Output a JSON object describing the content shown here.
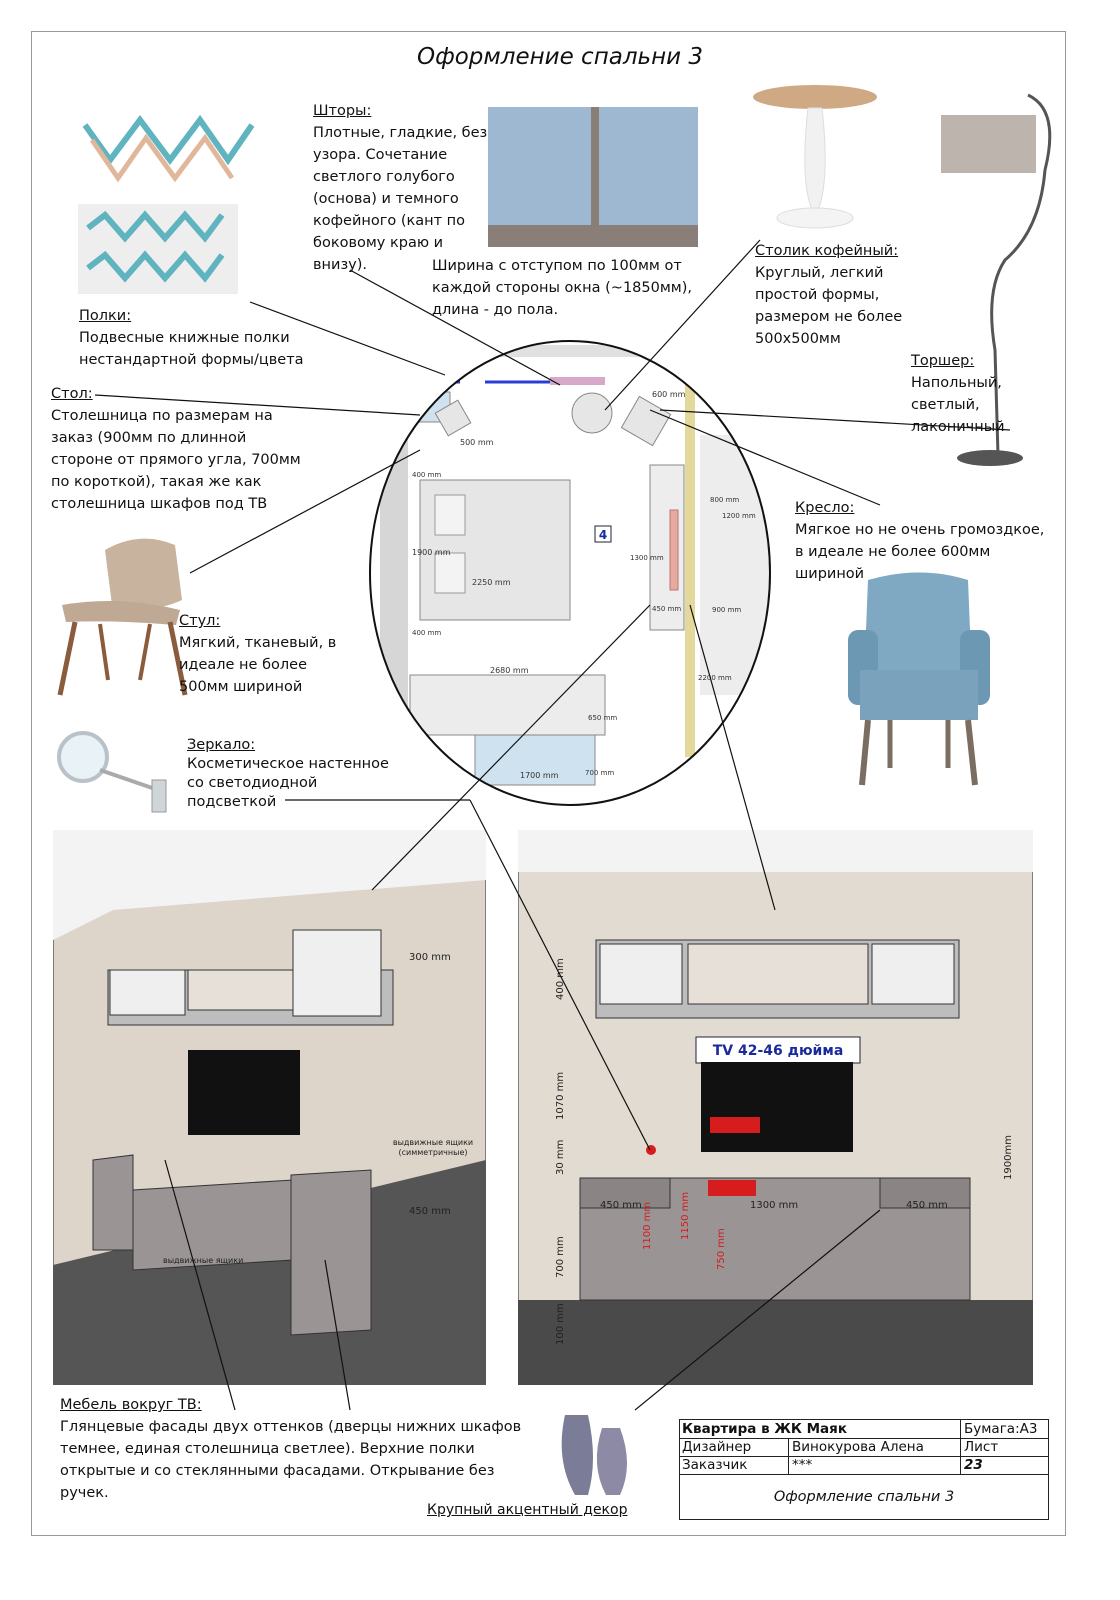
{
  "page_title": "Оформление спальни 3",
  "curtains": {
    "heading": "Шторы:",
    "lines": [
      "Плотные, гладкие, без",
      "узора. Сочетание",
      "светлого голубого",
      "(основа) и темного",
      "кофейного (кант по",
      "боковому краю и",
      "внизу)."
    ],
    "width_note": [
      "Ширина с отступом по 100мм от",
      "каждой стороны окна (~1850мм),",
      "длина - до пола."
    ]
  },
  "shelves": {
    "heading": "Полки:",
    "lines": [
      "Подвесные книжные полки",
      "нестандартной формы/цвета"
    ]
  },
  "desk": {
    "heading": "Стол:",
    "lines": [
      "Столешница по размерам на",
      "заказ (900мм по длинной",
      "стороне от прямого угла, 700мм",
      "по короткой), такая же как",
      "столешница шкафов под ТВ"
    ]
  },
  "chair": {
    "heading": "Стул:",
    "lines": [
      "Мягкий, тканевый, в",
      "идеале не более",
      "500мм шириной"
    ]
  },
  "mirror": {
    "heading": "Зеркало:",
    "lines": [
      "Косметическое настенное",
      "со светодиодной",
      "подсветкой"
    ]
  },
  "coffee_table": {
    "heading": "Столик кофейный:",
    "lines": [
      "Круглый, легкий",
      "простой формы,",
      "размером не более",
      "500х500мм"
    ]
  },
  "floor_lamp": {
    "heading": "Торшер:",
    "lines": [
      "Напольный,",
      "светлый,",
      "лаконичный"
    ]
  },
  "armchair": {
    "heading": "Кресло:",
    "lines": [
      "Мягкое но не очень громоздкое,",
      "в идеале не более 600мм",
      "шириной"
    ]
  },
  "tv_furniture": {
    "heading": "Мебель вокруг ТВ:",
    "lines": [
      "Глянцевые фасады двух оттенков (дверцы нижних шкафов",
      "темнее, единая столешница светлее). Верхние полки",
      "открытые и со стеклянными фасадами. Открывание без",
      "ручек."
    ]
  },
  "decor": {
    "label": "Крупный акцентный декор"
  },
  "plan": {
    "room_number": "4",
    "dims": [
      "500 mm",
      "600 mm",
      "400 mm",
      "1900 mm",
      "2250 mm",
      "400 mm",
      "1300 mm",
      "450 mm",
      "800 mm",
      "1200 mm",
      "900 mm",
      "2680 mm",
      "650 mm",
      "1700 mm",
      "700 mm",
      "2200 mm"
    ]
  },
  "left_view": {
    "dims": [
      "300 mm",
      "450 mm"
    ],
    "labels": [
      "выдвижные ящики",
      "(симметричные)",
      "выдвижные ящики"
    ]
  },
  "right_view": {
    "tv_label": "TV 42-46 дюйма",
    "dims": [
      "400 mm",
      "1070 mm",
      "30 mm",
      "700 mm",
      "100 mm",
      "450 mm",
      "1300 mm",
      "450 mm",
      "1100 mm",
      "1150 mm",
      "750 mm",
      "1900mm"
    ]
  },
  "title_block": {
    "project": "Квартира в ЖК Маяк",
    "paper": "Бумага:А3",
    "designer_label": "Дизайнер",
    "designer_name": "Винокурова Алена",
    "sheet_label": "Лист",
    "client_label": "Заказчик",
    "client_name": "***",
    "sheet_number": "23",
    "sheet_title": "Оформление спальни 3"
  },
  "colors": {
    "curtain_blue": "#9fb8d2",
    "curtain_brown": "#8a7f78",
    "wall": "#e2dbd2",
    "cabinet": "#9a9494",
    "floor": "#4a4a4a",
    "accent_red": "#d61c1c",
    "tv_label_blue": "#1a2a9c"
  }
}
